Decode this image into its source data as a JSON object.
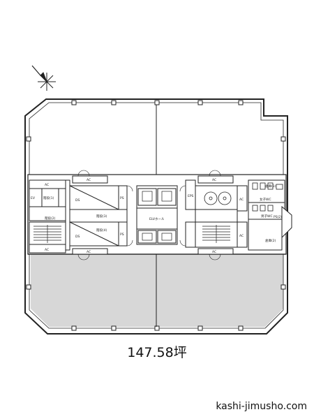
{
  "floor_area": "147.58坪",
  "site": "kashi-jimusho.com",
  "shaded_color": "#d7d7d7",
  "line_color": "#222222",
  "room_labels": {
    "ac": "AC",
    "ev": "EV",
    "eps": "EPS",
    "ps": "PS",
    "ds": "DS",
    "ev_hall": "ELVホール",
    "stair_1": "階段(1)",
    "stair_2": "階段(2)",
    "stair_3": "階段(3)",
    "stair_4": "階段(4)",
    "wc_f": "女子WC",
    "wc_m": "男子WC",
    "storage_1": "倉庫(1)",
    "storage_2": "倉庫(2)",
    "pipe_space": "PS(2)",
    "n": "N"
  }
}
